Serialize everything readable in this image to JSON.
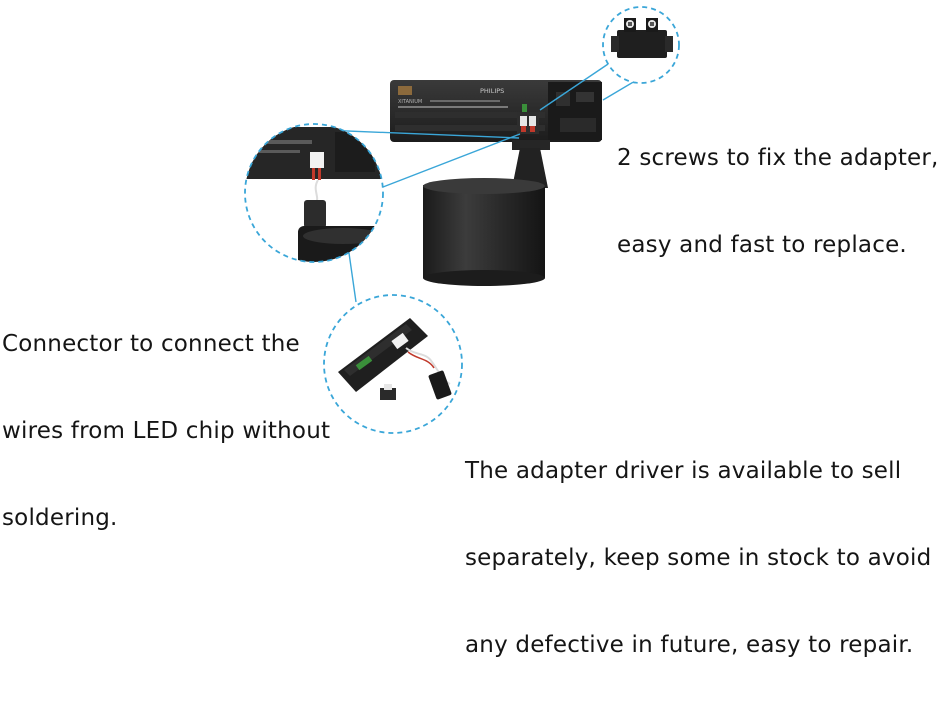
{
  "product_label": {
    "brand": "PHILIPS",
    "series": "XITANIUM"
  },
  "captions": {
    "screws": [
      "2 screws to fix the adapter,",
      "easy and fast to replace."
    ],
    "connector": [
      "Connector to connect the",
      "wires from LED chip without",
      "soldering."
    ],
    "driver": [
      "The adapter driver is available to sell",
      "separately, keep some in stock to avoid",
      "any defective in future, easy to repair."
    ]
  },
  "colors": {
    "callout_line": "#3aa6d8",
    "fixture_body": "#2b2b2b",
    "driver_housing": "#1f1f1f",
    "connector_white": "#f2f2f2",
    "wire_red": "#c0392b",
    "text": "#151515"
  }
}
